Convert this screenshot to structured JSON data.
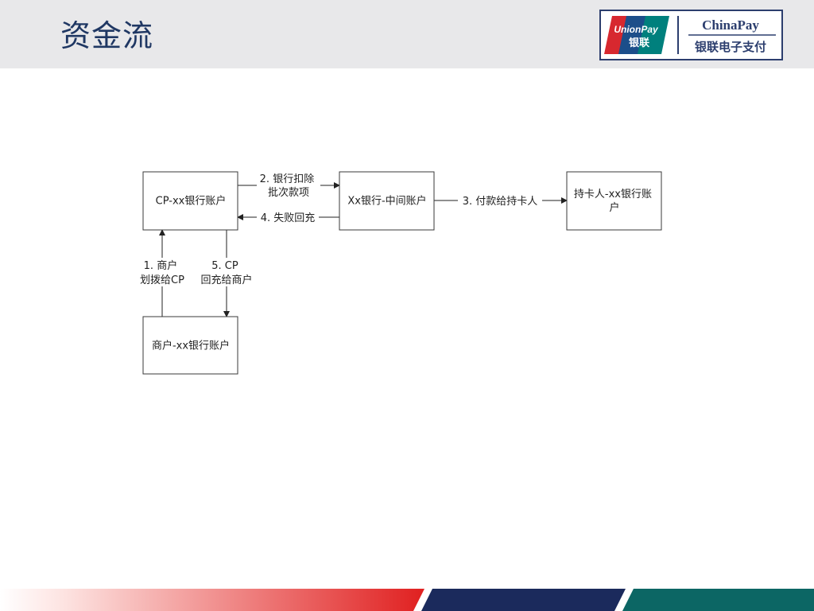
{
  "slide": {
    "title": "资金流"
  },
  "logo": {
    "unionpay_text": "UnionPay",
    "unionpay_cn": "银联",
    "chinapay_en": "ChinaPay",
    "chinapay_cn": "银联电子支付",
    "colors": {
      "red": "#d7282f",
      "blue": "#1c4e8a",
      "teal": "#00807d",
      "navy": "#2c3e6e"
    }
  },
  "diagram": {
    "nodes": {
      "cp_account": {
        "lines": [
          "CP-xx银行账户"
        ]
      },
      "middle_account": {
        "lines": [
          "Xx银行-中间账户"
        ]
      },
      "cardholder_account": {
        "lines": [
          "持卡人-xx银行账",
          "户"
        ]
      },
      "merchant_account": {
        "lines": [
          "商户-xx银行账户"
        ]
      }
    },
    "edges": {
      "e1": {
        "lines": [
          "1. 商户",
          "划拨给CP"
        ]
      },
      "e2": {
        "lines": [
          "2. 银行扣除",
          "批次款项"
        ]
      },
      "e3": {
        "lines": [
          "3. 付款给持卡人"
        ]
      },
      "e4": {
        "lines": [
          "4. 失败回充"
        ]
      },
      "e5": {
        "lines": [
          "5. CP",
          "回充给商户"
        ]
      }
    }
  },
  "footer": {
    "colors": {
      "red_start": "#ffffff",
      "red_end": "#e02020",
      "navy": "#1b2a5c",
      "teal": "#0c6664"
    }
  }
}
